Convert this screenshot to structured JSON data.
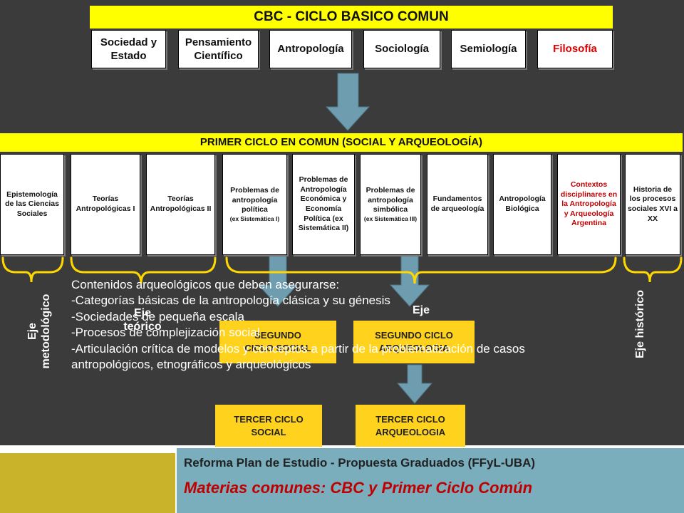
{
  "cbc": {
    "title": "CBC - CICLO BASICO COMUN",
    "subjects": [
      "Sociedad y Estado",
      "Pensamiento Científico",
      "Antropología",
      "Sociología",
      "Semiología",
      "Filosofía"
    ]
  },
  "primer_ciclo": {
    "title": "PRIMER CICLO EN COMUN (SOCIAL Y ARQUEOLOGÍA)",
    "subjects": [
      "Epistemología de las Ciencias Sociales",
      "Teorías Antropológicas I",
      "Teorías Antropológicas II",
      "Problemas de antropología política",
      "(ex Sistemática I)",
      "Problemas de Antropología Económica y Economía Política (ex Sistemática II)",
      "Problemas de antropología simbólica",
      "(ex Sistemática III)",
      "Fundamentos de arqueología",
      "Antropología Biológica",
      "Contextos disciplinares en la Antropología y Arqueología Argentina",
      "Historia de los procesos sociales XVI a XX"
    ]
  },
  "ejes": {
    "metodologico": "Eje metodológico",
    "teorico": "Eje teórico",
    "middle": "Eje",
    "historico": "Eje histórico"
  },
  "segundo_ciclo": {
    "social": "SEGUNDO CICLO SOCIAL",
    "arqueologia": "SEGUNDO CICLO ARQUEOLOGIA"
  },
  "tercer_ciclo": {
    "social": "TERCER CICLO SOCIAL",
    "arqueologia": "TERCER CICLO ARQUEOLOGIA"
  },
  "contenidos": {
    "heading": "Contenidos arqueológicos que deben asegurarse:",
    "items": [
      "-Categorías básicas de la antropología clásica y su génesis",
      "-Sociedades de pequeña escala",
      "-Procesos de complejización social",
      "-Articulación crítica de modelos y conceptos a partir de la problematización de casos",
      "antropológicos, etnográficos y arqueológicos"
    ]
  },
  "footer": {
    "title": "Reforma Plan de Estudio - Propuesta Graduados (FFyL-UBA)",
    "subtitle": "Materias comunes: CBC y  Primer Ciclo Común"
  },
  "colors": {
    "background": "#3b3b3b",
    "banner": "#ffff00",
    "box_yellow": "#ffd21e",
    "arrow": "#6f9db0",
    "brace": "#ffd700",
    "accent_red": "#e00000",
    "footer_teal": "#7aaebd",
    "footer_gold": "#c8b32a"
  }
}
